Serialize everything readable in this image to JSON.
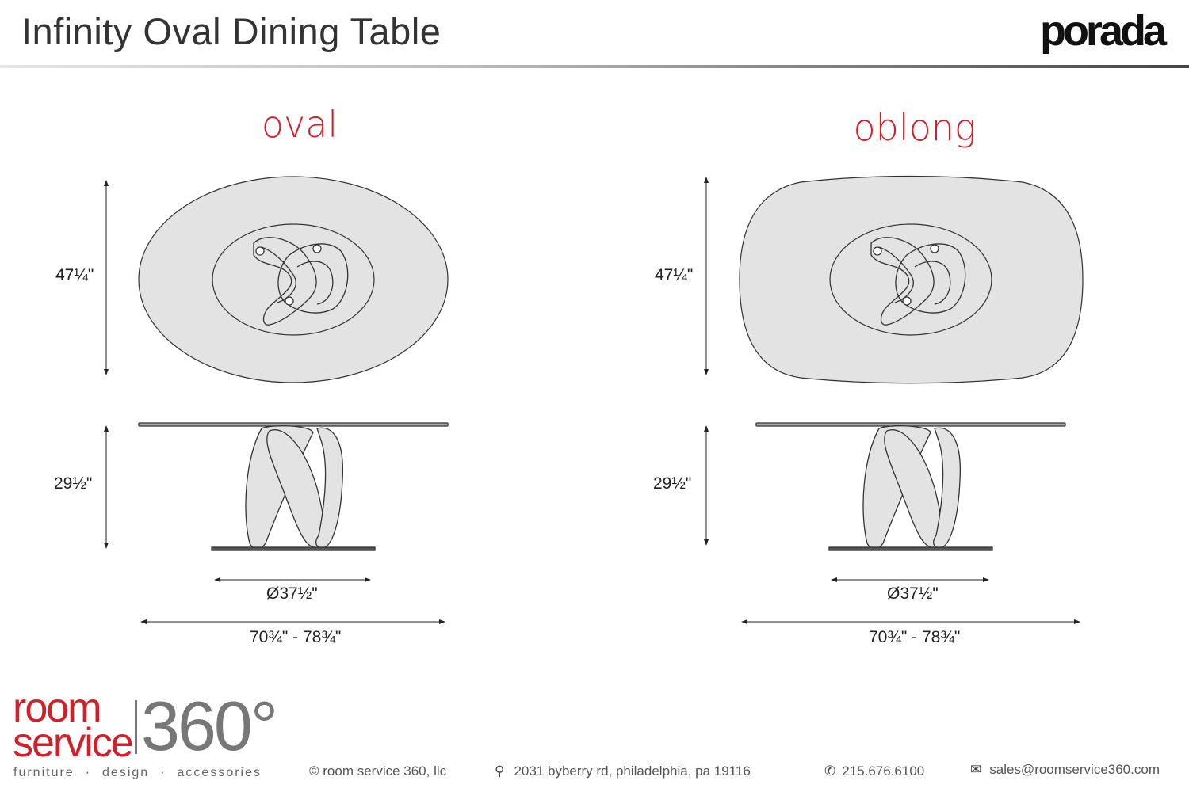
{
  "header": {
    "title": "Infinity Oval Dining Table",
    "brand": "porada"
  },
  "variants": [
    {
      "label": "oval",
      "height_top": "47¼\"",
      "height_side": "29½\"",
      "base_diameter": "Ø37½\"",
      "length": "70¾\" - 78¾\""
    },
    {
      "label": "oblong",
      "height_top": "47¼\"",
      "height_side": "29½\"",
      "base_diameter": "Ø37½\"",
      "length": "70¾\" - 78¾\""
    }
  ],
  "footer": {
    "logo_top": "room",
    "logo_bottom": "service",
    "logo_number": "360°",
    "tagline": [
      "furniture",
      "design",
      "accessories"
    ],
    "copyright": "© room service 360, llc",
    "address": "2031 byberry rd, philadelphia, pa 19116",
    "phone": "215.676.6100",
    "email": "sales@roomservice360.com"
  },
  "colors": {
    "accent": "#d0202a",
    "fill": "#e3e3e3",
    "stroke": "#333333"
  }
}
